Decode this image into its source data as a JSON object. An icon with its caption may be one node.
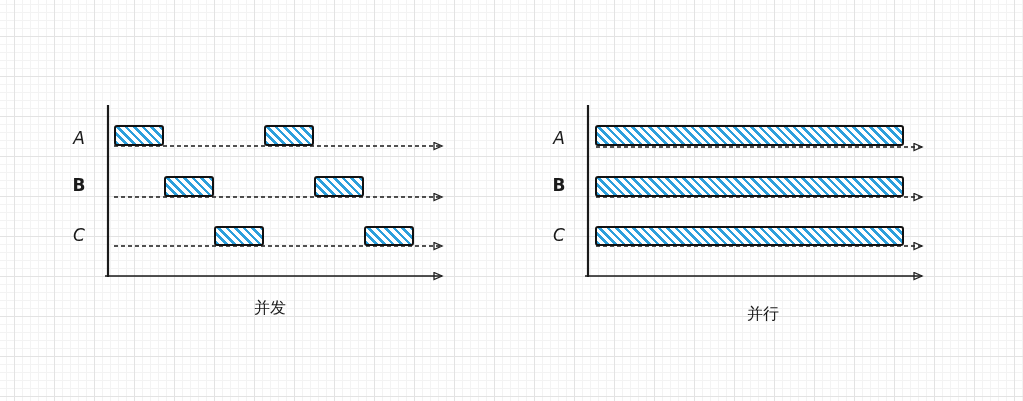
{
  "diagram": {
    "nodes": [
      {
        "text": [],
        "shape": "bar"
      },
      {
        "text": [],
        "shape": "bar"
      },
      {
        "text": [],
        "shape": "bar"
      },
      {
        "text": [],
        "shape": "bar"
      },
      {
        "text": [],
        "shape": "bar"
      },
      {
        "text": [],
        "shape": "bar"
      },
      {
        "text": [],
        "shape": "bar"
      },
      {
        "text": [],
        "shape": "bar"
      },
      {
        "text": [],
        "shape": "bar"
      }
    ],
    "labels": [
      "A",
      "B",
      "C",
      "并发",
      "A",
      "B",
      "C",
      "并行"
    ]
  }
}
